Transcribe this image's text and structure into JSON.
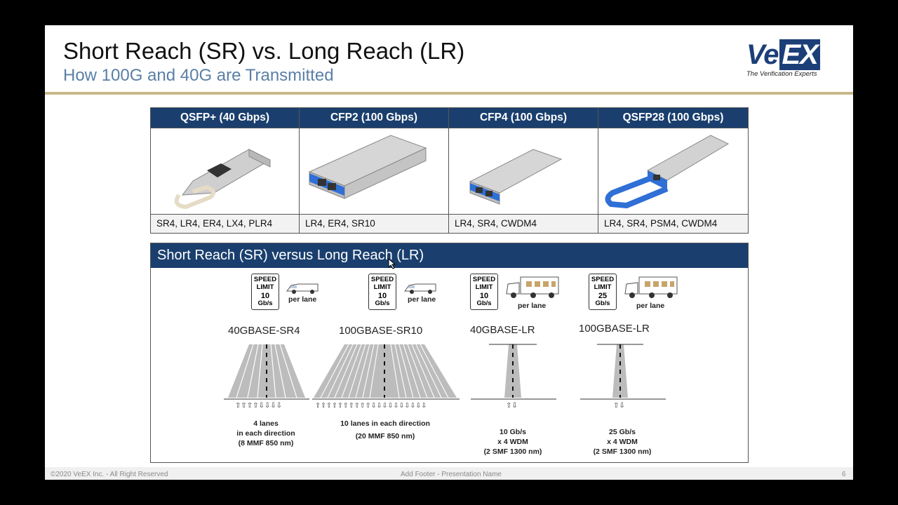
{
  "slide": {
    "title": "Short Reach (SR) vs. Long Reach (LR)",
    "subtitle": "How 100G and 40G are Transmitted"
  },
  "logo": {
    "brand_left": "Ve",
    "brand_right": "EX",
    "tagline": "The Verification Experts",
    "color": "#1c3f78"
  },
  "modules_table": [
    {
      "header": "QSFP+ (40 Gbps)",
      "variants": "SR4, LR4, ER4, LX4, PLR4",
      "image_icon": "qsfp-plus-module-icon"
    },
    {
      "header": "CFP2  (100 Gbps)",
      "variants": "LR4, ER4, SR10",
      "image_icon": "cfp2-module-icon"
    },
    {
      "header": "CFP4 (100 Gbps)",
      "variants": "LR4, SR4, CWDM4",
      "image_icon": "cfp4-module-icon"
    },
    {
      "header": "QSFP28 (100 Gbps)",
      "variants": "LR4, SR4, PSM4, CWDM4",
      "image_icon": "qsfp28-module-icon"
    }
  ],
  "comparison": {
    "heading": "Short Reach (SR) versus Long Reach (LR)",
    "items": [
      {
        "sign": [
          "SPEED",
          "LIMIT",
          "10",
          "Gb/s"
        ],
        "per_lane": "per lane",
        "standard": "40GBASE-SR4",
        "caption": [
          "4 lanes",
          "in each direction",
          "(8 MMF 850 nm)"
        ],
        "vehicle": "van-icon"
      },
      {
        "sign": [
          "SPEED",
          "LIMIT",
          "10",
          "Gb/s"
        ],
        "per_lane": "per lane",
        "standard": "100GBASE-SR10",
        "caption": [
          "10 lanes in each direction",
          "(20 MMF 850 nm)"
        ],
        "vehicle": "van-icon"
      },
      {
        "sign": [
          "SPEED",
          "LIMIT",
          "10",
          "Gb/s"
        ],
        "per_lane": "per lane",
        "standard": "40GBASE-LR",
        "caption": [
          "10 Gb/s",
          "x 4 WDM",
          "(2 SMF 1300 nm)"
        ],
        "vehicle": "truck-icon"
      },
      {
        "sign": [
          "SPEED",
          "LIMIT",
          "25",
          "Gb/s"
        ],
        "per_lane": "per lane",
        "standard": "100GBASE-LR",
        "caption": [
          "25 Gb/s",
          "x 4 WDM",
          "(2 SMF 1300 nm)"
        ],
        "vehicle": "truck-icon"
      }
    ]
  },
  "footer": {
    "copyright": "©2020 VeEX Inc. - All Right Reserved",
    "center": "Add Footer - Presentation Name",
    "page": "6"
  },
  "colors": {
    "header_blue": "#1a3f6e",
    "rule_gold": "#c9b98a",
    "subtitle_blue": "#5a7fa6",
    "module_accent_blue": "#2f6fd6"
  }
}
